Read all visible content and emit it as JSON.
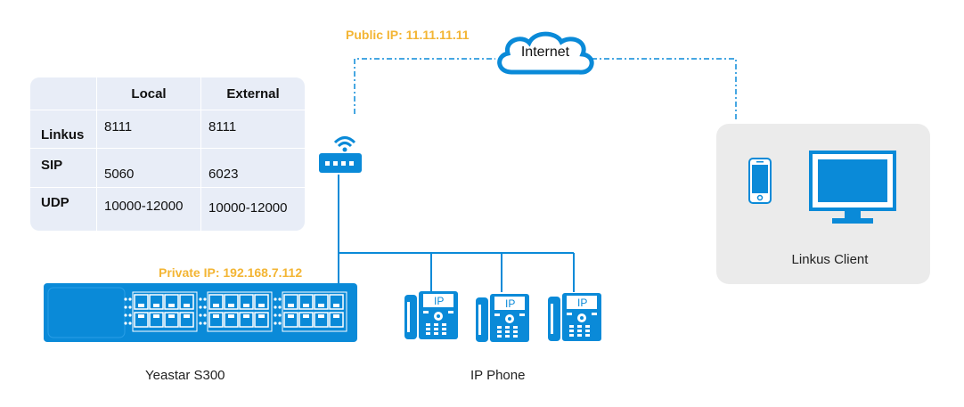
{
  "public_ip_label": "Public IP: 11.11.11.11",
  "private_ip_label": "Private IP: 192.168.7.112",
  "internet_label": "Internet",
  "device_pbx_label": "Yeastar S300",
  "device_phones_label": "IP Phone",
  "device_client_label": "Linkus Client",
  "phone_screen_text": "IP",
  "port_table": {
    "headers": [
      "",
      "Local",
      "External"
    ],
    "rows": [
      {
        "name": "Linkus",
        "local": "8111",
        "external": "8111"
      },
      {
        "name": "SIP",
        "local": "5060",
        "external": "6023"
      },
      {
        "name": "UDP",
        "local": "10000-12000",
        "external": "10000-12000"
      }
    ]
  },
  "colors": {
    "accent_blue": "#0a8ad8",
    "ip_orange": "#f3b534",
    "table_bg": "#e8edf7",
    "client_bg": "#ebebeb"
  },
  "icons": [
    "router-icon",
    "cloud-icon",
    "switch-icon",
    "ip-phone-icon",
    "smartphone-icon",
    "monitor-icon"
  ]
}
